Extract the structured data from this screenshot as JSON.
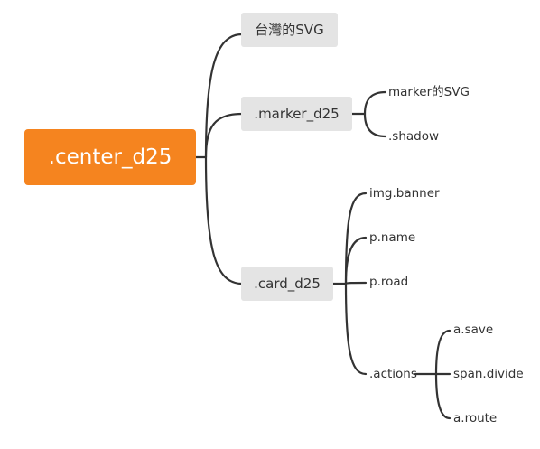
{
  "mindmap": {
    "root": {
      "label": ".center_d25"
    },
    "branches": [
      {
        "label": "台灣的SVG"
      },
      {
        "label": ".marker_d25",
        "children": [
          "marker的SVG",
          ".shadow"
        ]
      },
      {
        "label": ".card_d25",
        "children": [
          "img.banner",
          "p.name",
          "p.road",
          ".actions"
        ],
        "actions_children": [
          "a.save",
          "span.divide",
          "a.route"
        ]
      }
    ]
  },
  "colors": {
    "root_fill": "#f5841f",
    "branch_fill": "#e4e4e4",
    "line": "#333333",
    "text": "#333333"
  }
}
